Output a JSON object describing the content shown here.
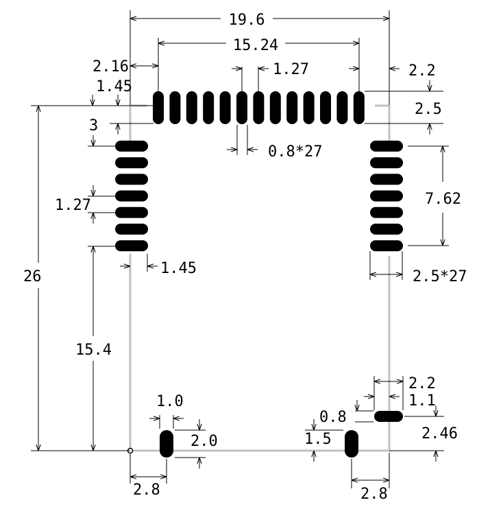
{
  "diagram": {
    "colors": {
      "outline": "#c0c0c0",
      "pad": "#000000",
      "dimension": "#000000",
      "background": "#ffffff"
    },
    "labels": {
      "overall_width": "19.6",
      "pad_span_width": "15.24",
      "left_offset": "2.16",
      "top_pitch": "1.27",
      "right_offset": "2.2",
      "top_edge_gap": "1.45",
      "top_pad_length": "2.5",
      "left_top_gap": "3",
      "pad_width_count": "0.8*27",
      "side_span": "7.62",
      "left_pitch": "1.27",
      "left_pad_inset": "1.45",
      "side_pad_length": "2.5*27",
      "overall_height": "26",
      "left_bottom_height": "15.4",
      "bottom_pad_width": "1.0",
      "bottom_pad_length": "2.0",
      "bottom_left_offset": "2.8",
      "right_pad_width": "2.2",
      "right_pad_inset": "1.1",
      "right_pad_gap": "0.8",
      "right_pad_height": "2.46",
      "lower_pad_offset": "1.5",
      "bottom_right_offset": "2.8"
    }
  }
}
